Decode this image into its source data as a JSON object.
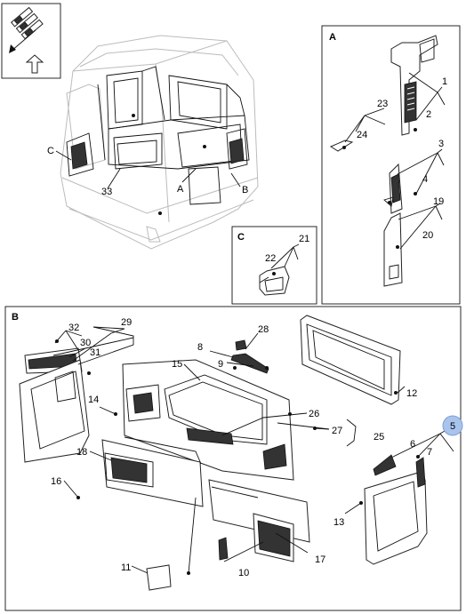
{
  "panels": {
    "a": {
      "label": "A"
    },
    "b": {
      "label": "B"
    },
    "c": {
      "label": "C"
    }
  },
  "cab_callouts": {
    "c": "C",
    "a": "A",
    "b": "B",
    "n33": "33"
  },
  "callouts": {
    "a": {
      "n1": "1",
      "n2": "2",
      "n23": "23",
      "n24": "24",
      "n3": "3",
      "n4": "4",
      "n19": "19",
      "n20": "20"
    },
    "c": {
      "n21": "21",
      "n22": "22"
    },
    "b": {
      "n32": "32",
      "n29": "29",
      "n30": "30",
      "n31": "31",
      "n28": "28",
      "n8": "8",
      "n9": "9",
      "n15": "15",
      "n12": "12",
      "n14": "14",
      "n26": "26",
      "n27": "27",
      "n25": "25",
      "n18": "18",
      "n16": "16",
      "n6": "6",
      "n7": "7",
      "n13": "13",
      "n11": "11",
      "n10": "10",
      "n17": "17"
    }
  },
  "highlight_badge": {
    "label": "5",
    "color": "#a9c4ec"
  },
  "nav_icon": {
    "name": "view-orientation-icon"
  }
}
